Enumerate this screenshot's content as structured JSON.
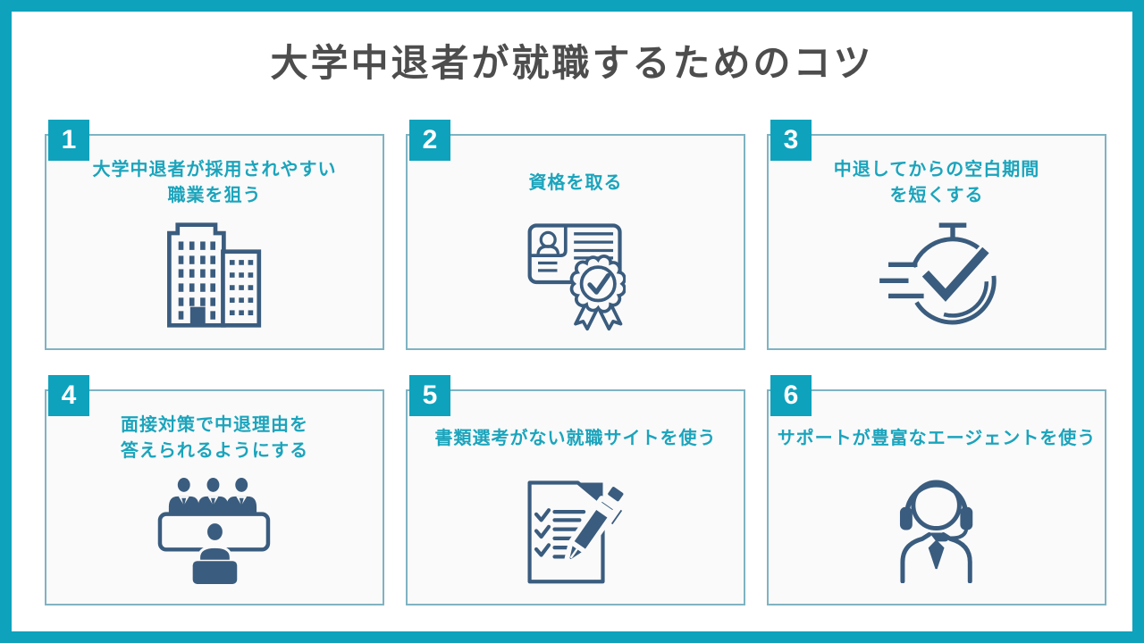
{
  "title": "大学中退者が就職するためのコツ",
  "colors": {
    "frame": "#0ea2bc",
    "accent": "#0ea2bc",
    "heading": "#4d4d4d",
    "card-border": "#7fb3c2",
    "card-bg": "#fafafa",
    "card-text": "#1ba4bc",
    "icon": "#3a5c7e"
  },
  "cards": [
    {
      "number": "1",
      "line1": "大学中退者が採用されやすい",
      "line2": "職業を狙う",
      "icon": "office-buildings-icon"
    },
    {
      "number": "2",
      "line1": "資格を取る",
      "line2": "",
      "icon": "certificate-badge-icon"
    },
    {
      "number": "3",
      "line1": "中退してからの空白期間",
      "line2": "を短くする",
      "icon": "stopwatch-check-icon"
    },
    {
      "number": "4",
      "line1": "面接対策で中退理由を",
      "line2": "答えられるようにする",
      "icon": "interview-panel-icon"
    },
    {
      "number": "5",
      "line1": "書類選考がない就職サイトを使う",
      "line2": "",
      "icon": "checklist-pen-icon"
    },
    {
      "number": "6",
      "line1": "サポートが豊富なエージェントを使う",
      "line2": "",
      "icon": "support-agent-icon"
    }
  ]
}
